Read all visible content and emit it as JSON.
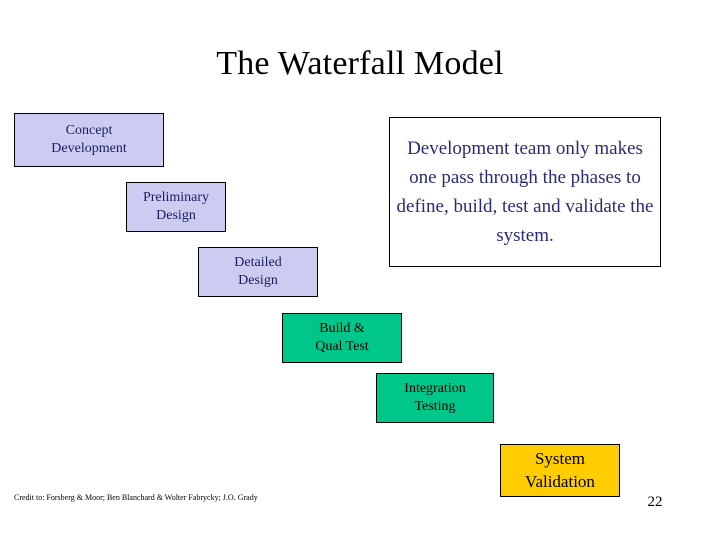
{
  "slide": {
    "title": "The Waterfall Model",
    "page_number": "22",
    "credit": "Credit to: Forsberg & Moor; Ben Blanchard & Wolter Fabrycky; J.O. Grady",
    "background_color": "#ffffff"
  },
  "colors": {
    "lavender_fill": "#ccccf2",
    "lavender_text": "#1d1d5e",
    "green_fill": "#00c68a",
    "yellow_fill": "#ffcc00",
    "note_text": "#2a2a7a",
    "border": "#000000",
    "title_text": "#000000"
  },
  "phases": [
    {
      "id": "concept",
      "line1": "Concept",
      "line2": "Development",
      "fill": "#ccccf2"
    },
    {
      "id": "preliminary",
      "line1": "Preliminary",
      "line2": "Design",
      "fill": "#ccccf2"
    },
    {
      "id": "detailed",
      "line1": "Detailed",
      "line2": "Design",
      "fill": "#ccccf2"
    },
    {
      "id": "build",
      "line1": "Build &",
      "line2": "Qual Test",
      "fill": "#00c68a"
    },
    {
      "id": "integration",
      "line1": "Integration",
      "line2": "Testing",
      "fill": "#00c68a"
    },
    {
      "id": "validation",
      "line1": "System",
      "line2": "Validation",
      "fill": "#ffcc00"
    }
  ],
  "note": {
    "text": "Development team only makes one pass through the phases to define, build, test and validate the system."
  }
}
